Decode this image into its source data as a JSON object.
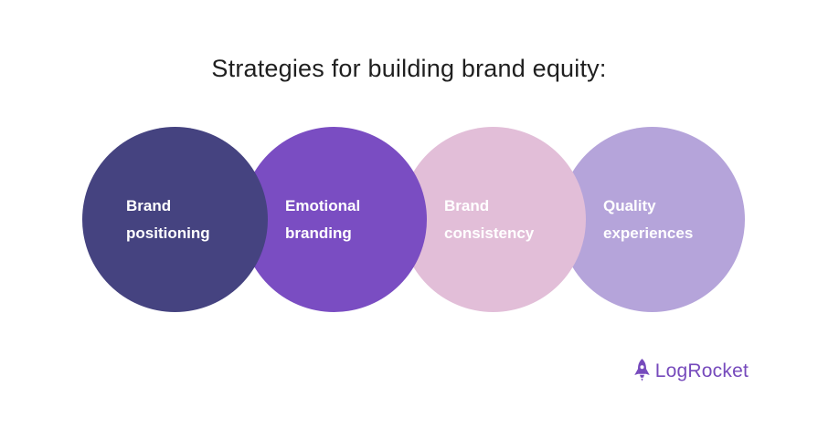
{
  "title": "Strategies for building brand equity:",
  "circles": [
    {
      "line1": "Brand",
      "line2": "positioning",
      "color": "#454380"
    },
    {
      "line1": "Emotional",
      "line2": "branding",
      "color": "#7a4dc2"
    },
    {
      "line1": "Brand",
      "line2": "consistency",
      "color": "#e2bed8"
    },
    {
      "line1": "Quality",
      "line2": "experiences",
      "color": "#b5a4da"
    }
  ],
  "logo": {
    "text": "LogRocket",
    "color": "#764abc",
    "icon": "rocket-icon"
  },
  "colors": {
    "background": "#ffffff",
    "title_text": "#1f1f1f",
    "circle_label_text": "#ffffff"
  }
}
